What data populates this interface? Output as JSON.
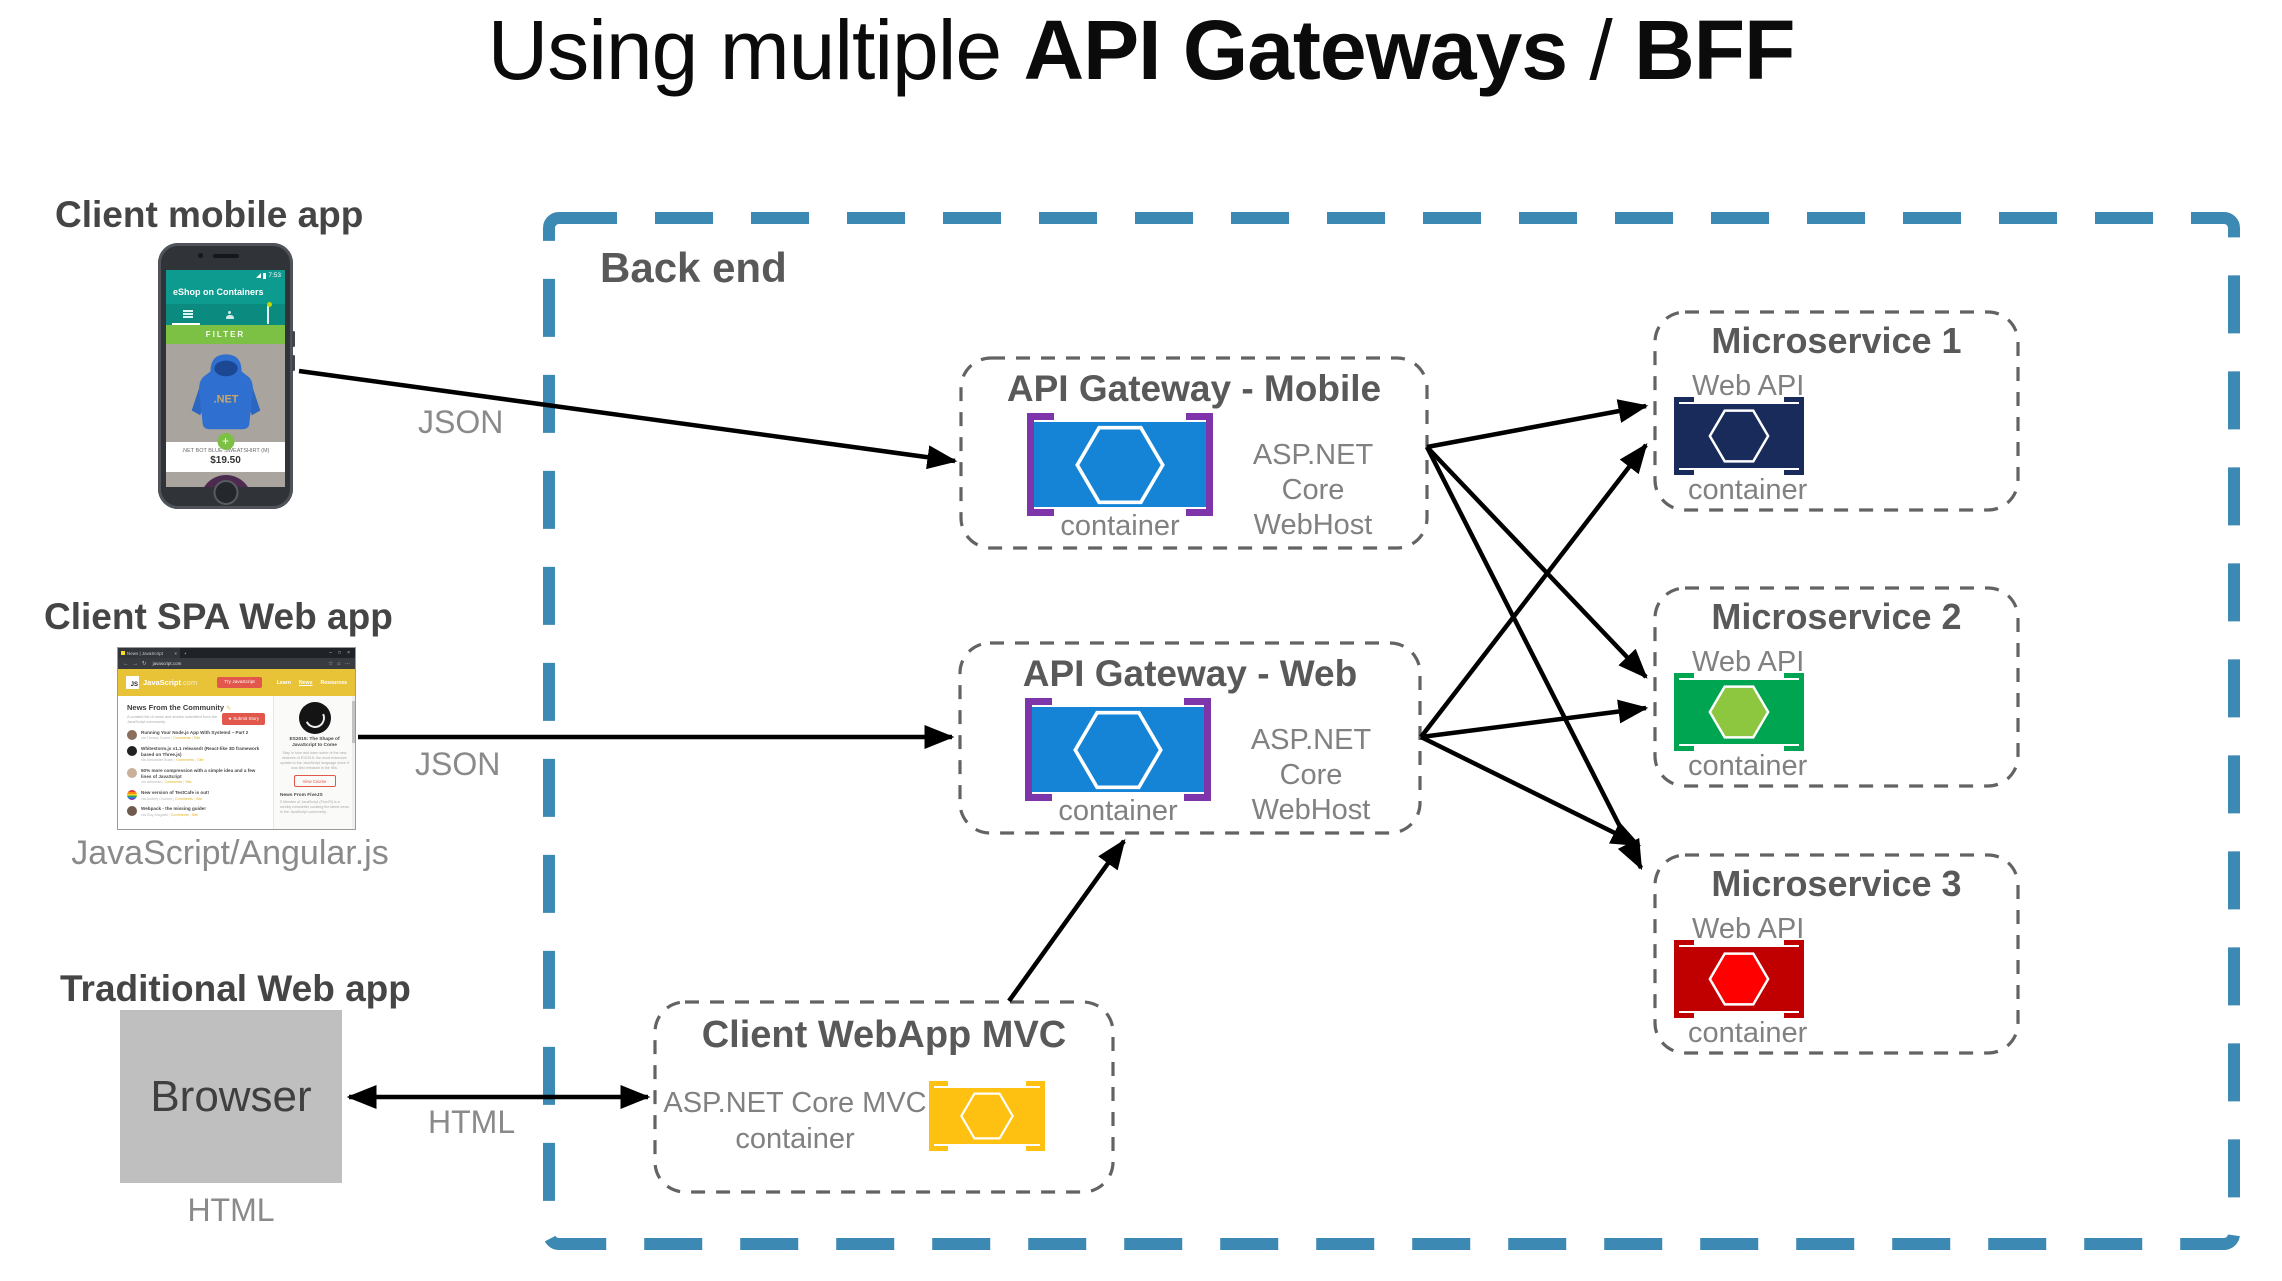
{
  "title": {
    "prefix": "Using multiple ",
    "bold1": "API Gateways",
    "separator": " / ",
    "bold2": "BFF"
  },
  "backend": {
    "label": "Back end"
  },
  "clients": {
    "mobile": {
      "heading": "Client mobile app",
      "arrow_label": "JSON"
    },
    "spa": {
      "heading": "Client SPA Web app",
      "caption": "JavaScript/Angular.js",
      "arrow_label": "JSON"
    },
    "traditional": {
      "heading": "Traditional Web app",
      "browser_label": "Browser",
      "caption": "HTML",
      "arrow_label": "HTML"
    }
  },
  "gateways": {
    "mobile": {
      "title": "API Gateway - Mobile",
      "tech_line1": "ASP.NET Core",
      "tech_line2": "WebHost",
      "container_label": "container"
    },
    "web": {
      "title": "API Gateway - Web",
      "tech_line1": "ASP.NET Core",
      "tech_line2": "WebHost",
      "container_label": "container"
    }
  },
  "mvc": {
    "title": "Client WebApp MVC",
    "tech_line1": "ASP.NET Core MVC",
    "tech_line2": "container"
  },
  "microservices": [
    {
      "title": "Microservice 1",
      "subtitle": "Web API",
      "container_label": "container"
    },
    {
      "title": "Microservice 2",
      "subtitle": "Web API",
      "container_label": "container"
    },
    {
      "title": "Microservice 3",
      "subtitle": "Web API",
      "container_label": "container"
    }
  ],
  "icons": {
    "gateway_mobile": {
      "rect": "#1584D6",
      "bracket": "#7D35A9",
      "hex_fill": "#1584D6",
      "hex_stroke": "#FFFFFF"
    },
    "gateway_web": {
      "rect": "#1584D6",
      "bracket": "#7D35A9",
      "hex_fill": "#1584D6",
      "hex_stroke": "#FFFFFF"
    },
    "mvc": {
      "rect": "#FEC111",
      "bracket": "#FEC111",
      "hex_fill": "#FEC111",
      "hex_stroke": "#FFFFFF"
    },
    "microservice_1": {
      "rect": "#182B5B",
      "bracket": "#182B5B",
      "hex_fill": "#182B5B",
      "hex_stroke": "#FFFFFF"
    },
    "microservice_2": {
      "rect": "#00A551",
      "bracket": "#00A551",
      "hex_fill": "#8DC63F",
      "hex_stroke": "#FFFFFF"
    },
    "microservice_3": {
      "rect": "#C00000",
      "bracket": "#C00000",
      "hex_fill": "#FF0000",
      "hex_stroke": "#FFFFFF"
    }
  },
  "phone": {
    "status_time": "7:53",
    "app_title": "eShop on Containers",
    "filter_label": "FILTER",
    "product_logo": ".NET",
    "product_name": ".NET BOT BLUE SWEATSHIRT (M)",
    "product_price": "$19.50"
  },
  "browser_shot": {
    "tab_title": "News | JavaScript",
    "tab_close": "×",
    "new_tab": "+",
    "min": "–",
    "max": "□",
    "close": "×",
    "back": "←",
    "forward": "→",
    "refresh": "↻",
    "url": "javascript.com",
    "star": "☆",
    "home": "⌂",
    "more": "⋯",
    "logo": "JS",
    "brand": "JavaScript",
    "brand_tld": ".com",
    "try_button": "Try JavaScript",
    "nav": [
      "Learn",
      "News",
      "Resources"
    ],
    "heading": "News From the Community",
    "pencil": "✎",
    "tagline": "A curated list of news and stories submitted from the JavaScript community.",
    "submit_button": "★ Submit Story",
    "stories": [
      {
        "title": "Running Your Node.js App With Systemd – Part 2",
        "via": "via Tierney Coren",
        "comments_label": "Comments",
        "site_label": "Site"
      },
      {
        "title": "Whitestorm.js v1.1 released! (React-like 3D framework based on Three.js)",
        "via": "via Alexander Buzin",
        "comments_label": "Comments",
        "site_label": "Site"
      },
      {
        "title": "50% more compression with a simple idea and a few lines of JavaScript",
        "via": "via arhuman",
        "comments_label": "Comments",
        "site_label": "Site"
      },
      {
        "title": "New version of TestCafe is out!",
        "via": "via Andrey Churkin",
        "comments_label": "Comments",
        "site_label": "Site"
      },
      {
        "title": "Webpack - the missing guide!",
        "via": "via Guy Mograbi",
        "comments_label": "Comments",
        "site_label": "Site"
      }
    ],
    "sidebar": {
      "course_title": "ES2015: The Shape of JavaScript to Come",
      "course_text": "Stay in tune and learn some of the new features of ES2015, the most extensive update to the JavaScript language since it was first released in the 90s.",
      "course_button": "View Course",
      "news_title": "News From FiveJS",
      "news_text": "5 Minutes of JavaScript (FiveJS) is a weekly newsletter curating the latest news in the JavaScript community."
    }
  },
  "colors": {
    "backend_border": "#3C89B4",
    "box_border": "#636363",
    "title_text": "#0B0B0B",
    "client_heading": "#454545",
    "box_title_text": "#595959",
    "secondary_text": "#818181",
    "arrow": "#000000"
  }
}
